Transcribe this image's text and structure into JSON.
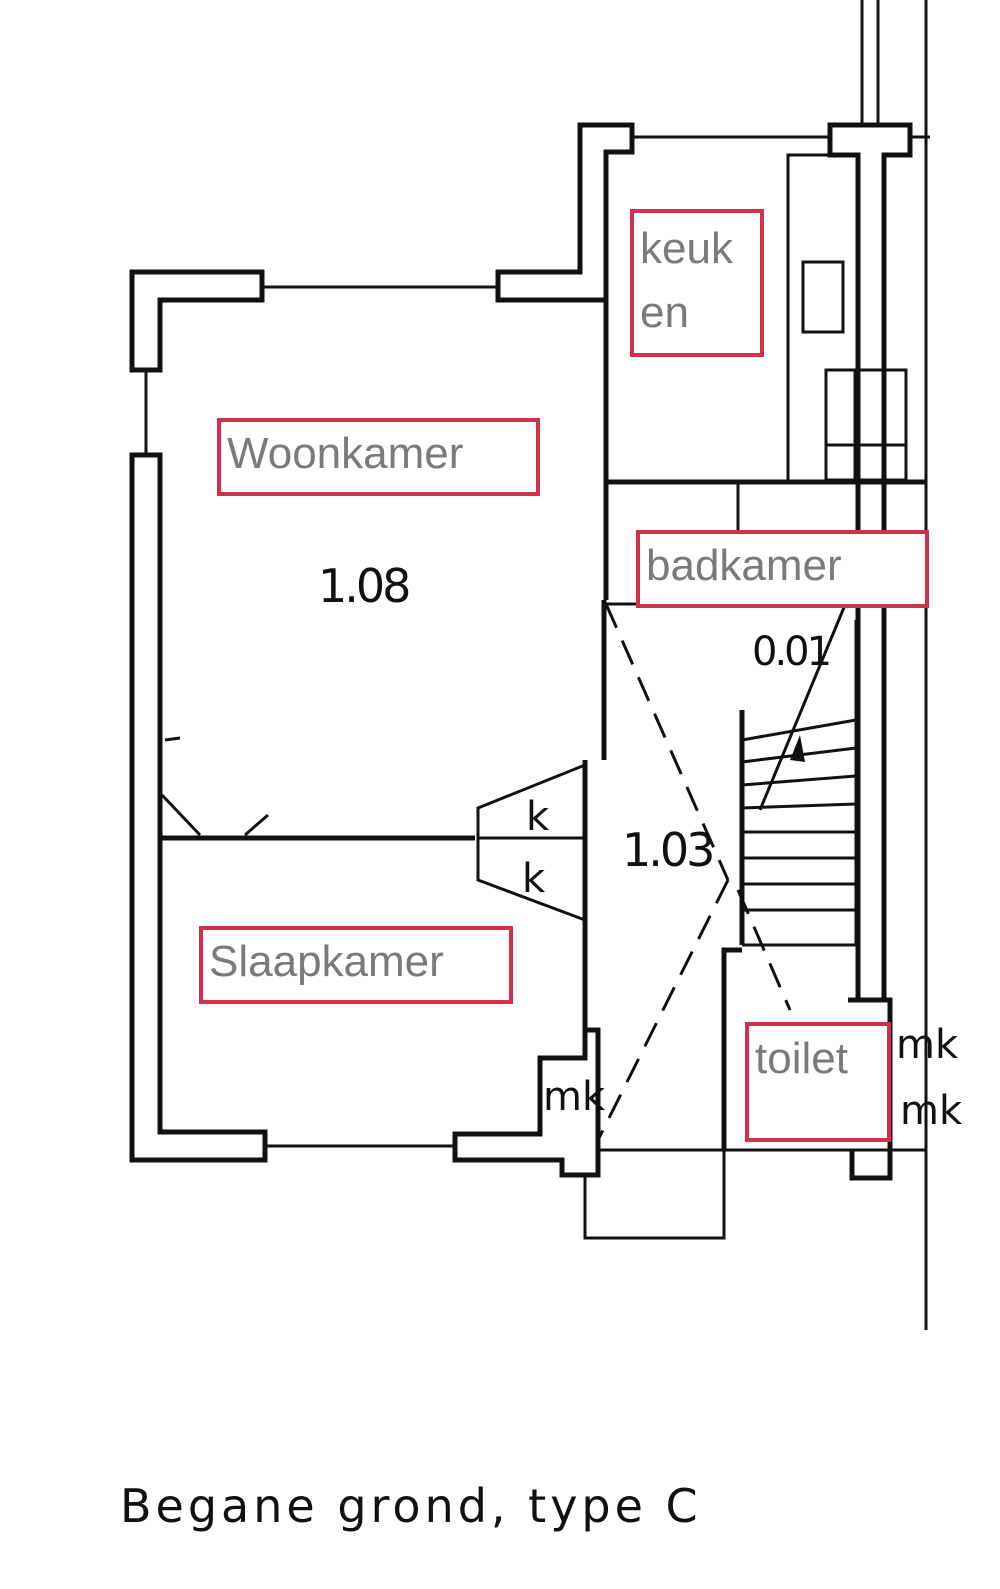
{
  "room_labels": {
    "keuken_line1": "keuk",
    "keuken_line2": "en",
    "woonkamer": "Woonkamer",
    "badkamer": "badkamer",
    "slaapkamer": "Slaapkamer",
    "toilet": "toilet"
  },
  "room_numbers": {
    "living": "1.08",
    "hall": "1.03",
    "stair": "0.01"
  },
  "fixture_marks": {
    "k": "k",
    "mk": "mk"
  },
  "caption": "Begane grond, type C",
  "colors": {
    "label_border": "#d0304a",
    "label_text": "#7a7a7a",
    "line": "#111111"
  }
}
